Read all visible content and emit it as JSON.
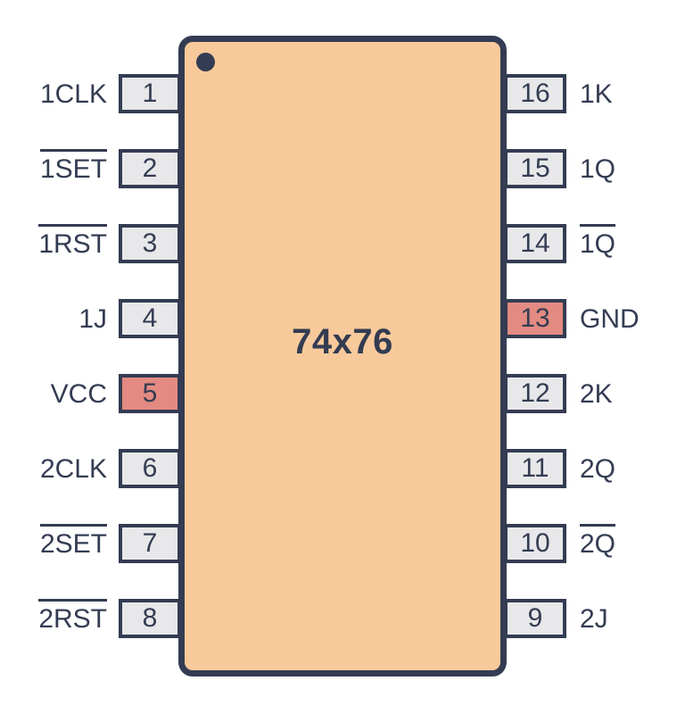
{
  "chip": {
    "label": "74x76",
    "package": "DIP-16",
    "pin1_marker": "dot"
  },
  "colors": {
    "ink": "#333C52",
    "body": "#F8CA9B",
    "pin_default": "#E8E8EA",
    "pin_power": "#E38B82",
    "bg": "#FFFFFF"
  },
  "pins": {
    "left": [
      {
        "num": "1",
        "label": "1CLK",
        "overline": false,
        "highlight": false
      },
      {
        "num": "2",
        "label": "1SET",
        "overline": true,
        "highlight": false
      },
      {
        "num": "3",
        "label": "1RST",
        "overline": true,
        "highlight": false
      },
      {
        "num": "4",
        "label": "1J",
        "overline": false,
        "highlight": false
      },
      {
        "num": "5",
        "label": "VCC",
        "overline": false,
        "highlight": true
      },
      {
        "num": "6",
        "label": "2CLK",
        "overline": false,
        "highlight": false
      },
      {
        "num": "7",
        "label": "2SET",
        "overline": true,
        "highlight": false
      },
      {
        "num": "8",
        "label": "2RST",
        "overline": true,
        "highlight": false
      }
    ],
    "right": [
      {
        "num": "16",
        "label": "1K",
        "overline": false,
        "highlight": false
      },
      {
        "num": "15",
        "label": "1Q",
        "overline": false,
        "highlight": false
      },
      {
        "num": "14",
        "label": "1Q",
        "overline": true,
        "highlight": false
      },
      {
        "num": "13",
        "label": "GND",
        "overline": false,
        "highlight": true
      },
      {
        "num": "12",
        "label": "2K",
        "overline": false,
        "highlight": false
      },
      {
        "num": "11",
        "label": "2Q",
        "overline": false,
        "highlight": false
      },
      {
        "num": "10",
        "label": "2Q",
        "overline": true,
        "highlight": false
      },
      {
        "num": "9",
        "label": "2J",
        "overline": false,
        "highlight": false
      }
    ]
  }
}
